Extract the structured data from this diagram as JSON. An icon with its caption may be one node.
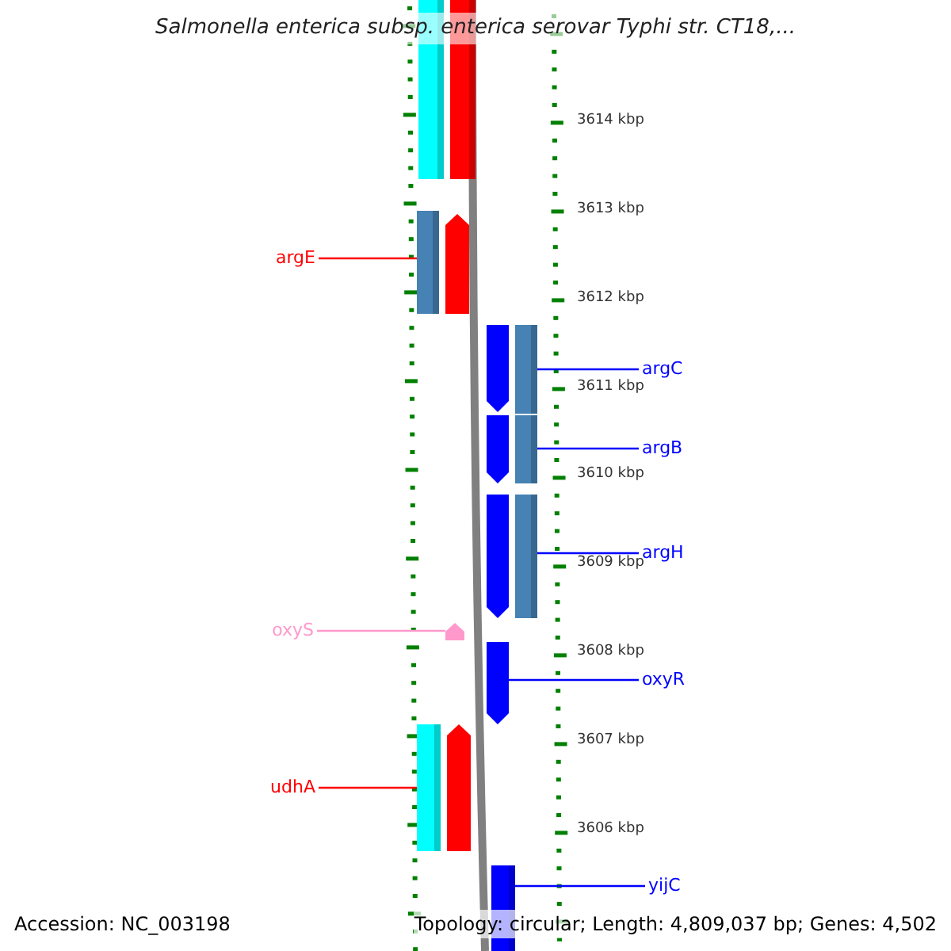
{
  "diagram": {
    "title": "Salmonella enterica subsp. enterica serovar Typhi str. CT18,...",
    "nodes": [
      {
        "text": [],
        "shape": "bar"
      },
      {
        "text": [],
        "shape": "bar"
      },
      {
        "text": [],
        "shape": "bar"
      },
      {
        "text": [],
        "shape": "bar"
      },
      {
        "text": [
          "argE"
        ]
      },
      {
        "text": [],
        "shape": "bar"
      },
      {
        "text": [],
        "shape": "bar"
      },
      {
        "text": [
          "argC"
        ]
      },
      {
        "text": [],
        "shape": "bar"
      },
      {
        "text": [],
        "shape": "bar"
      },
      {
        "text": [
          "argB"
        ]
      },
      {
        "text": [],
        "shape": "bar"
      },
      {
        "text": [],
        "shape": "bar"
      },
      {
        "text": [
          "argH"
        ]
      },
      {
        "text": [
          "oxyS"
        ]
      },
      {
        "text": [],
        "shape": "bar"
      },
      {
        "text": [],
        "shape": "bar"
      },
      {
        "text": [
          "oxyR"
        ]
      },
      {
        "text": [],
        "shape": "bar"
      },
      {
        "text": [],
        "shape": "bar"
      },
      {
        "text": [
          "udhA"
        ]
      },
      {
        "text": [
          "yijC"
        ]
      },
      {
        "text": [],
        "shape": "bar"
      }
    ],
    "edges": [
      {
        "from": 4,
        "to": 2,
        "arrow": "none",
        "color": "#ff0000"
      },
      {
        "from": 7,
        "to": 6,
        "arrow": "none"
      },
      {
        "from": 10,
        "to": 9,
        "arrow": "none"
      },
      {
        "from": 13,
        "to": 12,
        "arrow": "none"
      },
      {
        "from": 14,
        "to": 15,
        "arrow": "none",
        "color": "#ff99cc"
      },
      {
        "from": 17,
        "to": 16,
        "arrow": "none"
      },
      {
        "from": 20,
        "to": 18,
        "arrow": "none",
        "color": "#ff0000"
      },
      {
        "from": 21,
        "to": 22,
        "arrow": "none"
      }
    ],
    "labels": [
      "3614 kbp",
      "3613 kbp",
      "3612 kbp",
      "3611 kbp",
      "3610 kbp",
      "3609 kbp",
      "3608 kbp",
      "3607 kbp",
      "3606 kbp",
      "Accession: NC_003198",
      "Topology: circular; Length: 4,809,037 bp; Genes: 4,502"
    ]
  }
}
